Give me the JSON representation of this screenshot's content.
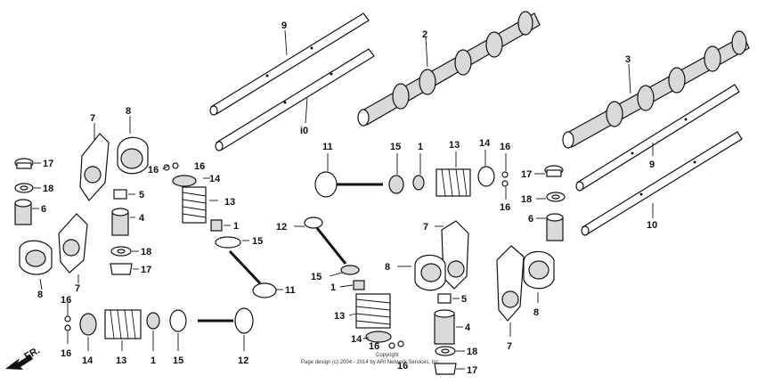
{
  "callouts": {
    "c9a": "9",
    "c2": "2",
    "c3": "3",
    "c10a": "i0",
    "c9b": "9",
    "c10b": "10",
    "c7a": "7",
    "c8a": "8",
    "c17a": "17",
    "c18a": "18",
    "c6a": "6",
    "c16a": "16",
    "c16b": "16",
    "c14a": "14",
    "c13a": "13",
    "c5a": "5",
    "c4a": "4",
    "c1a": "1",
    "c15a": "15",
    "c18b": "18",
    "c17b": "17",
    "c8b": "8",
    "c7b": "7",
    "c11a": "11",
    "c11b": "11",
    "c15b": "15",
    "c1b": "1",
    "c13b": "13",
    "c14b": "14",
    "c16c": "16",
    "c16d": "16",
    "c17c": "17",
    "c18c": "18",
    "c6b": "6",
    "c12a": "12",
    "c7c": "7",
    "c8c": "8",
    "c15c": "15",
    "c1c": "1",
    "c13c": "13",
    "c5b": "5",
    "c4b": "4",
    "c14c": "14",
    "c16e": "16",
    "c16f": "16",
    "c18d": "18",
    "c17d": "17",
    "c7d": "7",
    "c8d": "8",
    "c16g": "16",
    "c16h": "16",
    "c14d": "14",
    "c13d": "13",
    "c1d": "1",
    "c15d": "15",
    "c12b": "12"
  },
  "copyright_line1": "Copyright",
  "copyright_line2": "Page design (c) 2004 - 2014 by ARI Network Services, Inc.",
  "front_label": "FR."
}
